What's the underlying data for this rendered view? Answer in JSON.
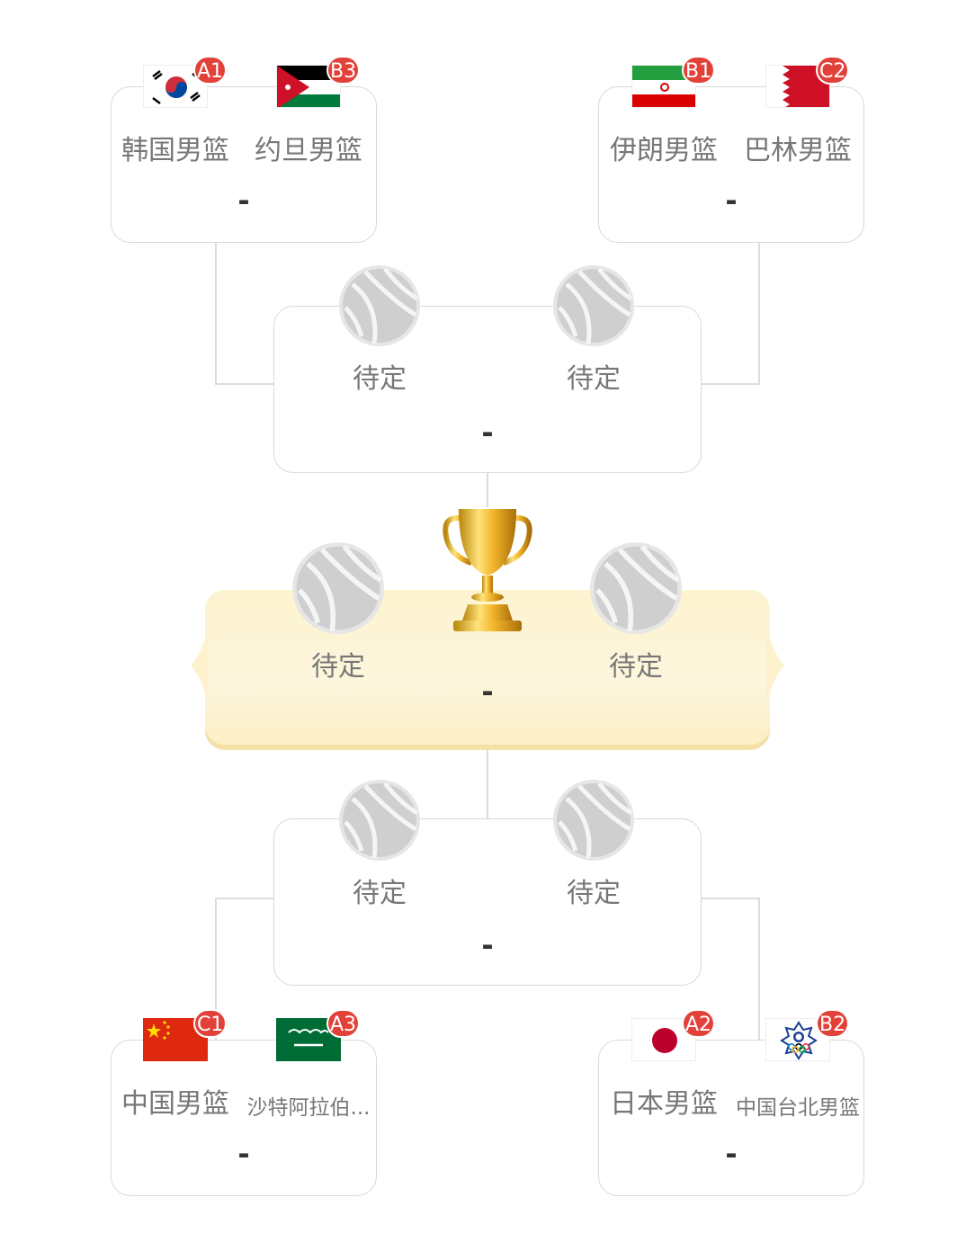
{
  "upper_bracket": {
    "left_match": {
      "team1": {
        "name": "韩国男篮",
        "seed": "A1",
        "flag": "korea-flag"
      },
      "team2": {
        "name": "约旦男篮",
        "seed": "B3",
        "flag": "jordan-flag"
      },
      "score": "-"
    },
    "right_match": {
      "team1": {
        "name": "伊朗男篮",
        "seed": "B1",
        "flag": "iran-flag"
      },
      "team2": {
        "name": "巴林男篮",
        "seed": "C2",
        "flag": "bahrain-flag"
      },
      "score": "-"
    },
    "semifinal": {
      "team1": "待定",
      "team2": "待定",
      "score": "-"
    }
  },
  "final": {
    "team1": "待定",
    "team2": "待定",
    "score": "-",
    "icon": "trophy-icon"
  },
  "lower_bracket": {
    "semifinal": {
      "team1": "待定",
      "team2": "待定",
      "score": "-"
    },
    "left_match": {
      "team1": {
        "name": "中国男篮",
        "seed": "C1",
        "flag": "china-flag"
      },
      "team2": {
        "name": "沙特阿拉伯...",
        "seed": "A3",
        "flag": "saudi-flag"
      },
      "score": "-"
    },
    "right_match": {
      "team1": {
        "name": "日本男篮",
        "seed": "A2",
        "flag": "japan-flag"
      },
      "team2": {
        "name": "中国台北男篮",
        "seed": "B2",
        "flag": "chinese-taipei-flag"
      },
      "score": "-"
    }
  },
  "colors": {
    "badge": "#e2413a",
    "card_border": "#d9d9d9",
    "final_bg": "#fdf3cf",
    "text": "#777777"
  }
}
